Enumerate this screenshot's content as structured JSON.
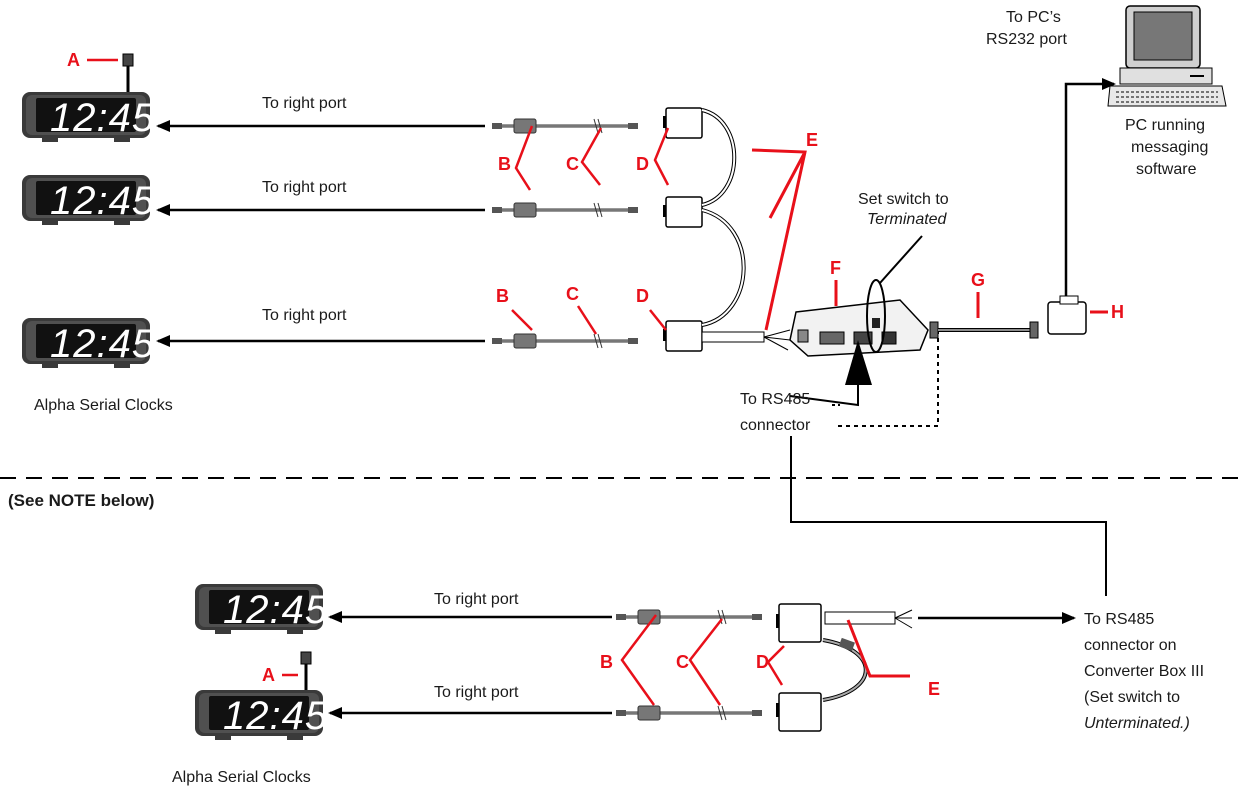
{
  "clock_time": "12:45",
  "top": {
    "port_label_1": "To right port",
    "port_label_2": "To right port",
    "port_label_3": "To right port",
    "clocks_caption": "Alpha Serial Clocks",
    "switch_note_line1": "Set switch to",
    "switch_note_line2": "Terminated",
    "rs485_line1": "To RS485",
    "rs485_line2": "connector",
    "pc_port_line1": "To PC’s",
    "pc_port_line2": "RS232 port",
    "pc_caption_line1": "PC running",
    "pc_caption_line2": "messaging",
    "pc_caption_line3": "software"
  },
  "divider_note": "(See NOTE below)",
  "bottom": {
    "port_label_1": "To right port",
    "port_label_2": "To right port",
    "clocks_caption": "Alpha Serial Clocks",
    "converter_line1": "To RS485",
    "converter_line2": "connector on",
    "converter_line3": "Converter Box III",
    "converter_line4": "(Set switch to",
    "converter_line5": "Unterminated.)"
  },
  "callouts": {
    "A": "A",
    "B": "B",
    "C": "C",
    "D": "D",
    "E": "E",
    "F": "F",
    "G": "G",
    "H": "H"
  },
  "colors": {
    "callout": "#e8101a",
    "clock_body": "#3a3a3a",
    "clock_face": "#111111"
  }
}
